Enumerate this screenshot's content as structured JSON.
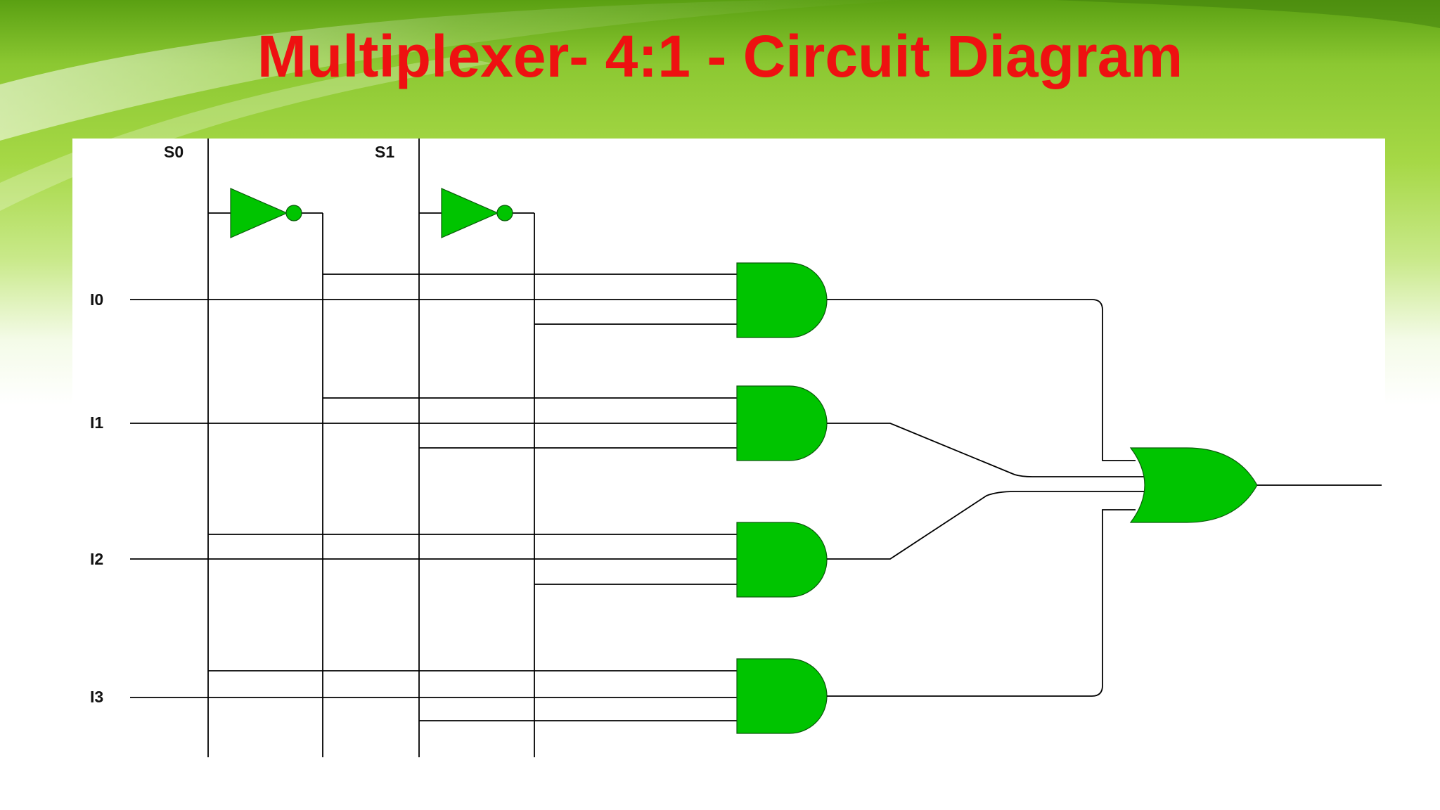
{
  "slide": {
    "title": "Multiplexer- 4:1 - Circuit Diagram",
    "title_color": "#ee1111",
    "background_gradient": [
      "#6fb21e",
      "#a8d84a",
      "#ffffff"
    ]
  },
  "diagram": {
    "gate_color": "#00c400",
    "select_labels": [
      "S0",
      "S1"
    ],
    "input_labels": [
      "I0",
      "I1",
      "I2",
      "I3"
    ],
    "gates": {
      "not": [
        "not-gate-s0",
        "not-gate-s1"
      ],
      "and": [
        "and-gate-i0",
        "and-gate-i1",
        "and-gate-i2",
        "and-gate-i3"
      ],
      "or": [
        "or-gate-output"
      ]
    }
  }
}
